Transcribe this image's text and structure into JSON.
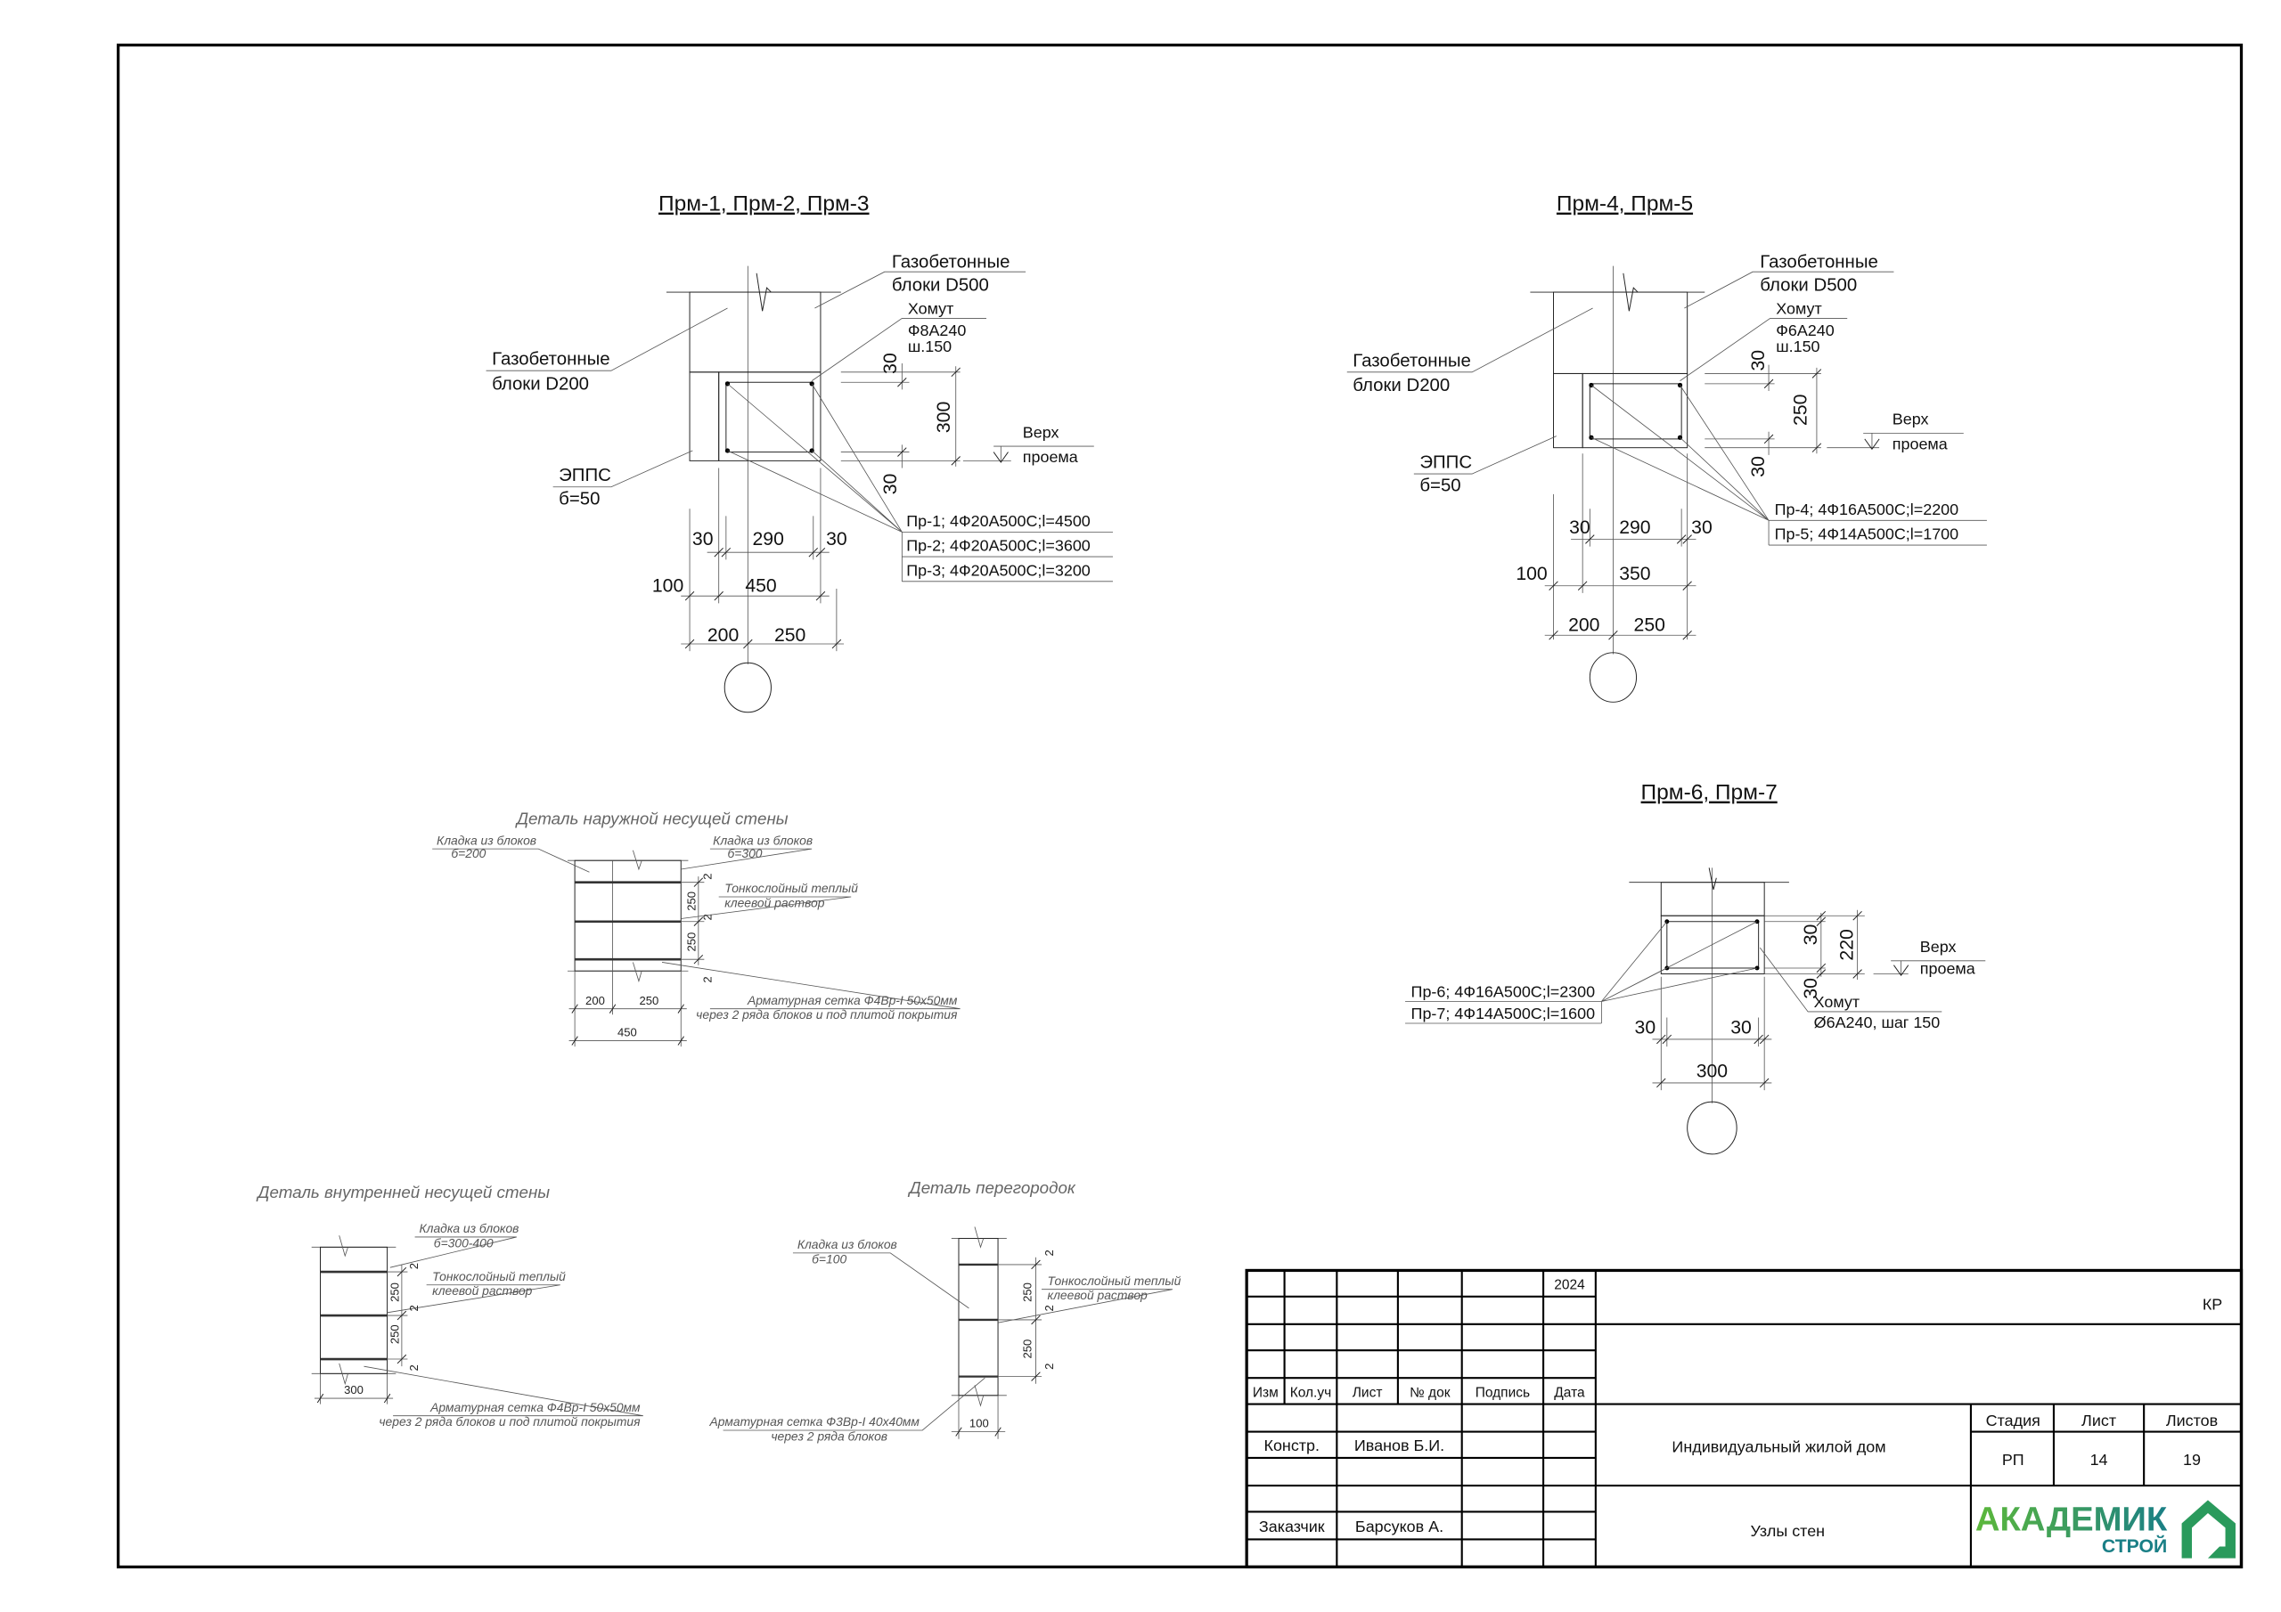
{
  "title_block": {
    "year": "2024",
    "code": "КР",
    "headers": [
      "Изм",
      "Кол.уч",
      "Лист",
      "№ док",
      "Подпись",
      "Дата"
    ],
    "role1": "Констр.",
    "name1": "Иванов Б.И.",
    "role2": "Заказчик",
    "name2": "Барсуков А.",
    "project": "Индивидуальный жилой дом",
    "sheet_title": "Узлы стен",
    "stage_label": "Стадия",
    "sheet_label": "Лист",
    "sheets_label": "Листов",
    "stage": "РП",
    "sheet": "14",
    "sheets": "19",
    "logo_main": "АКАДЕМИК",
    "logo_sub": "СТРОЙ",
    "logo_colors": {
      "green": "#5cb83a",
      "teal": "#1a7f86"
    }
  },
  "prm123": {
    "title": "Прм-1, Прм-2, Прм-3",
    "d500": [
      "Газобетонные",
      "блоки D500"
    ],
    "stirrup": [
      "Хомут",
      "Ф8А240",
      "ш.150"
    ],
    "d200": [
      "Газобетонные",
      "блоки D200"
    ],
    "epps": [
      "ЭППС",
      "б=50"
    ],
    "opening": [
      "Верх",
      "проема"
    ],
    "v": [
      "30",
      "300",
      "30"
    ],
    "h1": [
      "30",
      "290",
      "30"
    ],
    "h2": [
      "100",
      "450"
    ],
    "h3": [
      "200",
      "250"
    ],
    "bars": [
      "Пр-1; 4Ф20А500С;l=4500",
      "Пр-2; 4Ф20А500С;l=3600",
      "Пр-3; 4Ф20А500С;l=3200"
    ]
  },
  "prm45": {
    "title": "Прм-4, Прм-5",
    "d500": [
      "Газобетонные",
      "блоки D500"
    ],
    "stirrup": [
      "Хомут",
      "Ф6А240",
      "ш.150"
    ],
    "d200": [
      "Газобетонные",
      "блоки D200"
    ],
    "epps": [
      "ЭППС",
      "б=50"
    ],
    "opening": [
      "Верх",
      "проема"
    ],
    "v": [
      "30",
      "250",
      "30"
    ],
    "h1": [
      "30",
      "290",
      "30"
    ],
    "h2": [
      "100",
      "350"
    ],
    "h3": [
      "200",
      "250"
    ],
    "bars": [
      "Пр-4; 4Ф16А500С;l=2200",
      "Пр-5; 4Ф14А500С;l=1700"
    ]
  },
  "prm67": {
    "title": "Прм-6, Прм-7",
    "bars": [
      "Пр-6; 4Ф16А500С;l=2300",
      "Пр-7; 4Ф14А500С;l=1600"
    ],
    "stirrup": [
      "Хомут",
      "Ø6А240, шаг 150"
    ],
    "opening": [
      "Верх",
      "проема"
    ],
    "v": [
      "30",
      "220",
      "30"
    ],
    "h1": [
      "30",
      "30"
    ],
    "h2": "300"
  },
  "outer_wall": {
    "title": "Деталь наружной несущей стены",
    "left": [
      "Кладка из блоков",
      "б=200"
    ],
    "right": [
      "Кладка из блоков",
      "б=300"
    ],
    "glue": [
      "Тонкослойный теплый",
      "клеевой раствор"
    ],
    "mesh": [
      "Арматурная сетка Ф4Вр-I 50х50мм",
      "через 2 ряда блоков и под плитой покрытия"
    ],
    "rows": [
      "250",
      "250"
    ],
    "joint": "2",
    "w": [
      "200",
      "250"
    ],
    "total": "450"
  },
  "inner_wall": {
    "title": "Деталь внутренней несущей стены",
    "blocks": [
      "Кладка из блоков",
      "б=300-400"
    ],
    "glue": [
      "Тонкослойный теплый",
      "клеевой раствор"
    ],
    "mesh": [
      "Арматурная сетка Ф4Вр-I 50х50мм",
      "через 2 ряда блоков и под плитой покрытия"
    ],
    "rows": [
      "250",
      "250"
    ],
    "joint": "2",
    "total": "300"
  },
  "partition": {
    "title": "Деталь перегородок",
    "blocks": [
      "Кладка из блоков",
      "б=100"
    ],
    "glue": [
      "Тонкослойный теплый",
      "клеевой раствор"
    ],
    "mesh": [
      "Арматурная сетка Ф3Вр-I 40х40мм",
      "через 2 ряда блоков"
    ],
    "rows": [
      "250",
      "250"
    ],
    "joint": "2",
    "total": "100"
  }
}
